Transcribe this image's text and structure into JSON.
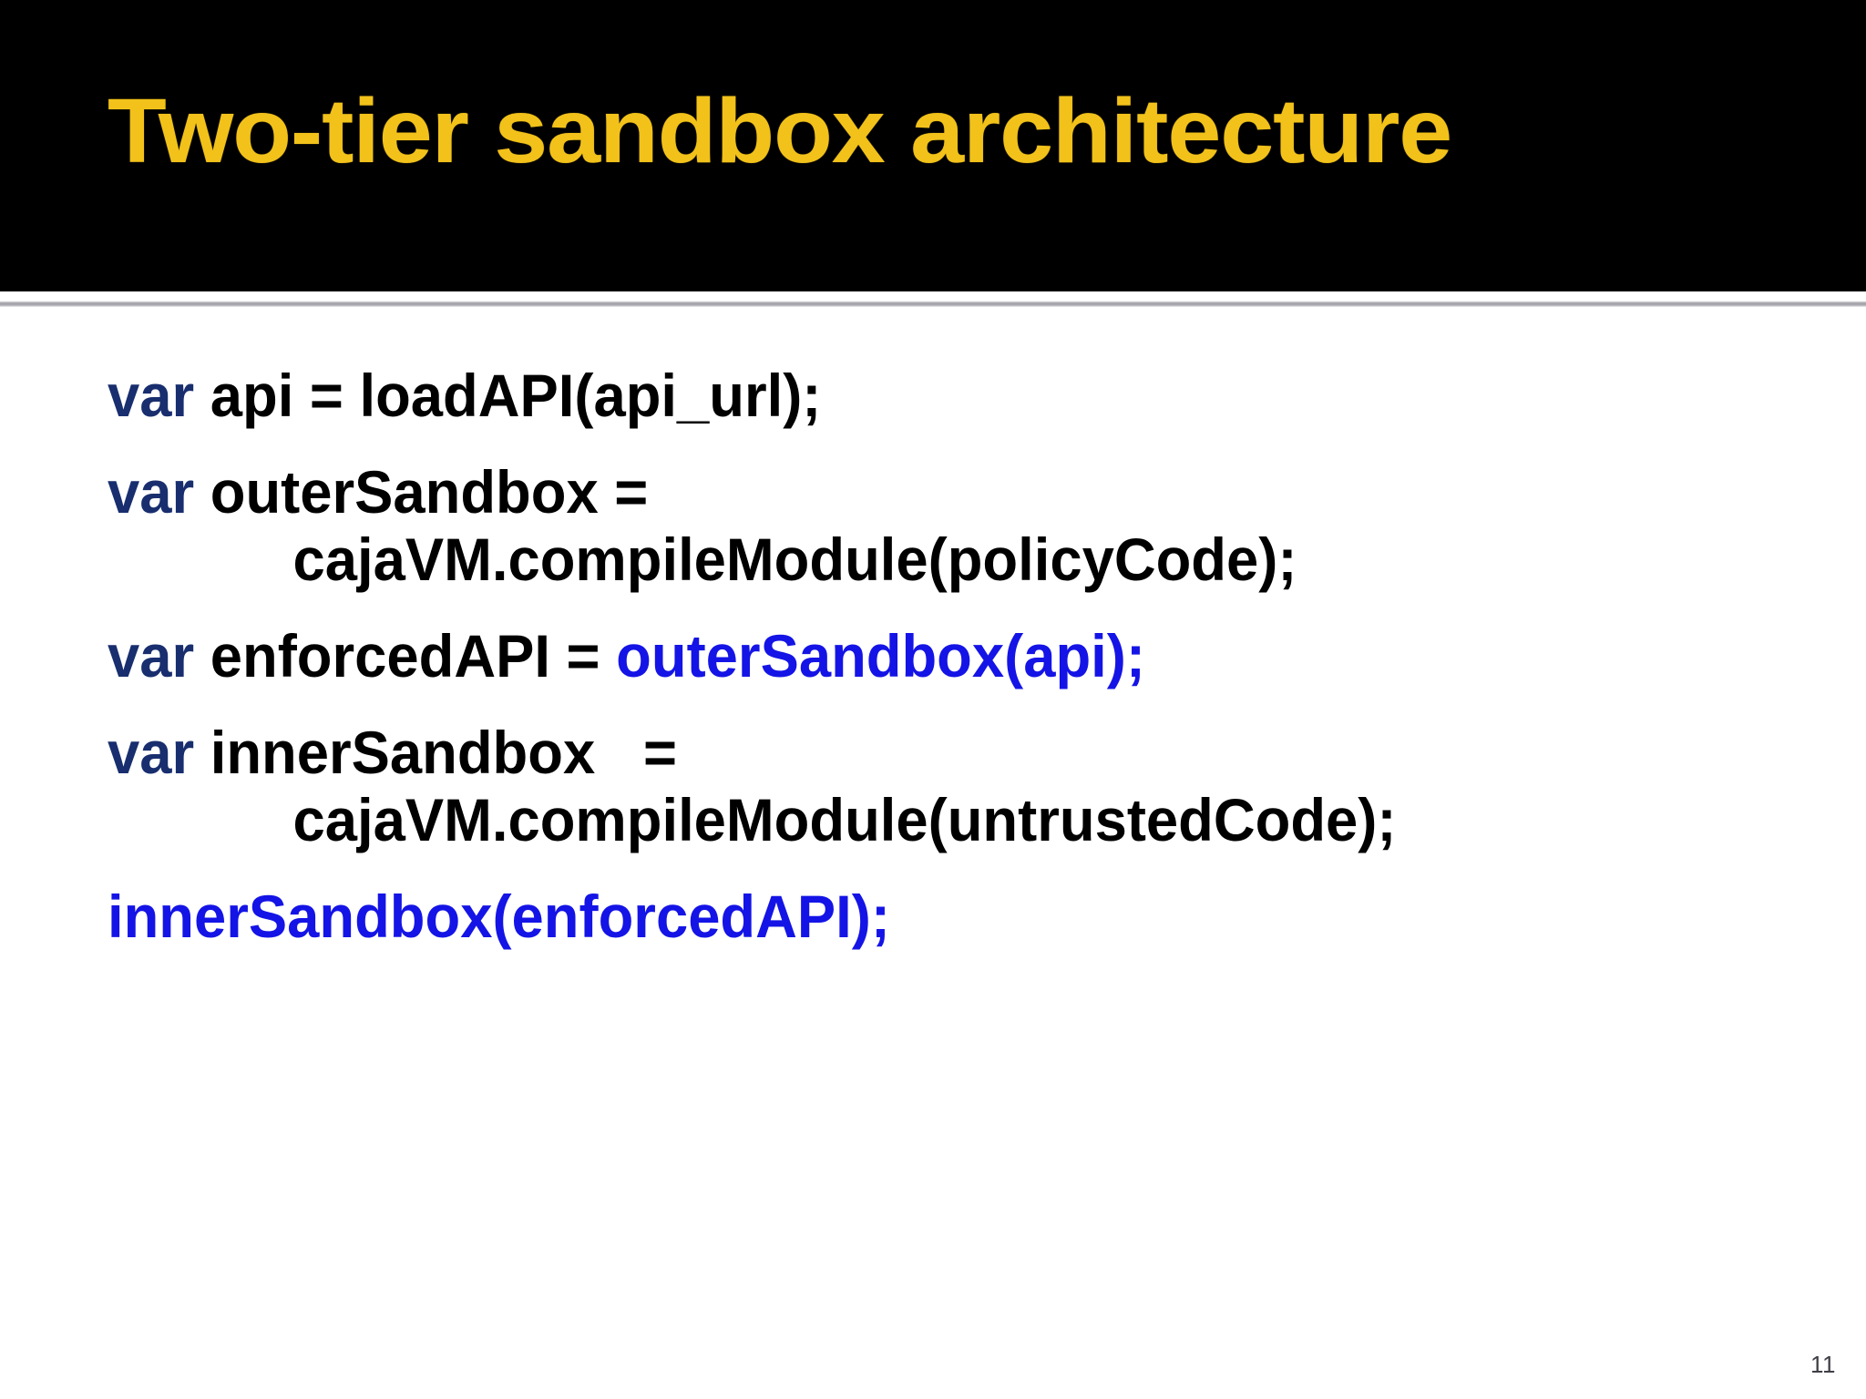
{
  "slide": {
    "title": "Two-tier sandbox architecture",
    "page_number": "11",
    "colors": {
      "title_text": "#f2c21a",
      "title_band": "#000000",
      "keyword_var": "#182e6e",
      "highlight_blue": "#1414e6",
      "body_text": "#000000",
      "background": "#ffffff",
      "divider": "#9c9ca2",
      "page_number": "#3f3f46"
    }
  },
  "code": {
    "lines": [
      {
        "id": "line-1",
        "segments": [
          {
            "text": "var",
            "style": "keyword"
          },
          {
            "text": " api = loadAPI(api_url);",
            "style": "plain"
          }
        ],
        "full_text": "var api = loadAPI(api_url);"
      },
      {
        "id": "line-2",
        "segments": [
          {
            "text": "var",
            "style": "keyword"
          },
          {
            "text": " outerSandbox =",
            "style": "plain"
          }
        ],
        "full_text": "var outerSandbox ="
      },
      {
        "id": "line-2-continuation",
        "segments": [
          {
            "text": "cajaVM.compileModule(policyCode);",
            "style": "plain"
          }
        ],
        "full_text": "cajaVM.compileModule(policyCode);"
      },
      {
        "id": "line-3",
        "segments": [
          {
            "text": "var",
            "style": "keyword"
          },
          {
            "text": " enforcedAPI = ",
            "style": "plain"
          },
          {
            "text": "outerSandbox(api);",
            "style": "highlight"
          }
        ],
        "full_text": "var enforcedAPI = outerSandbox(api);"
      },
      {
        "id": "line-4",
        "segments": [
          {
            "text": "var",
            "style": "keyword"
          },
          {
            "text": " innerSandbox   =",
            "style": "plain"
          }
        ],
        "full_text": "var innerSandbox   ="
      },
      {
        "id": "line-4-continuation",
        "segments": [
          {
            "text": "cajaVM.compileModule(untrustedCode);",
            "style": "plain"
          }
        ],
        "full_text": "cajaVM.compileModule(untrustedCode);"
      },
      {
        "id": "line-5",
        "segments": [
          {
            "text": "innerSandbox(enforcedAPI);",
            "style": "highlight"
          }
        ],
        "full_text": "innerSandbox(enforcedAPI);"
      }
    ],
    "parts": {
      "l1_var": "var",
      "l1_rest": " api = loadAPI(api_url);",
      "l2_var": "var",
      "l2_rest": " outerSandbox =",
      "l2c_text": "cajaVM.compileModule(policyCode);",
      "l3_var": "var",
      "l3_mid": " enforcedAPI = ",
      "l3_blue": "outerSandbox(api);",
      "l4_var": "var",
      "l4_rest": " innerSandbox   =",
      "l4c_text": "cajaVM.compileModule(untrustedCode);",
      "l5_blue": "innerSandbox(enforcedAPI);"
    }
  }
}
